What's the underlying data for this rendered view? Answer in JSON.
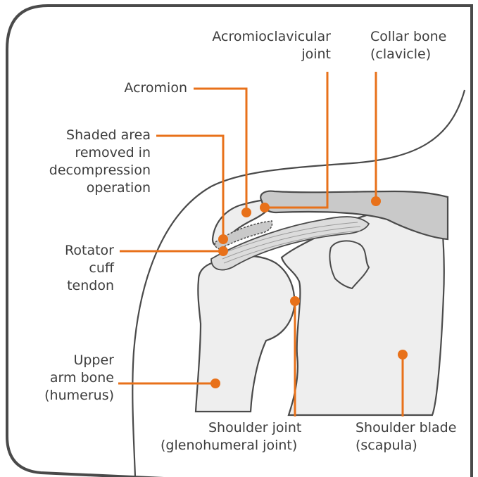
{
  "colors": {
    "accent": "#e8711a",
    "outline": "#4a4a4a",
    "bone_fill": "#eeeeee",
    "shaded_fill": "#c9c9c9",
    "text": "#3d3d3d"
  },
  "labels": {
    "acromioclavicular_joint": [
      "Acromioclavicular",
      "joint"
    ],
    "collar_bone": [
      "Collar bone",
      "(clavicle)"
    ],
    "acromion": [
      "Acromion"
    ],
    "shaded_area": [
      "Shaded area",
      "removed in",
      "decompression",
      "operation"
    ],
    "rotator_cuff": [
      "Rotator",
      "cuff",
      "tendon"
    ],
    "upper_arm_bone": [
      "Upper",
      "arm bone",
      "(humerus)"
    ],
    "shoulder_joint": [
      "Shoulder joint",
      "(glenohumeral joint)"
    ],
    "shoulder_blade": [
      "Shoulder blade",
      "(scapula)"
    ]
  }
}
